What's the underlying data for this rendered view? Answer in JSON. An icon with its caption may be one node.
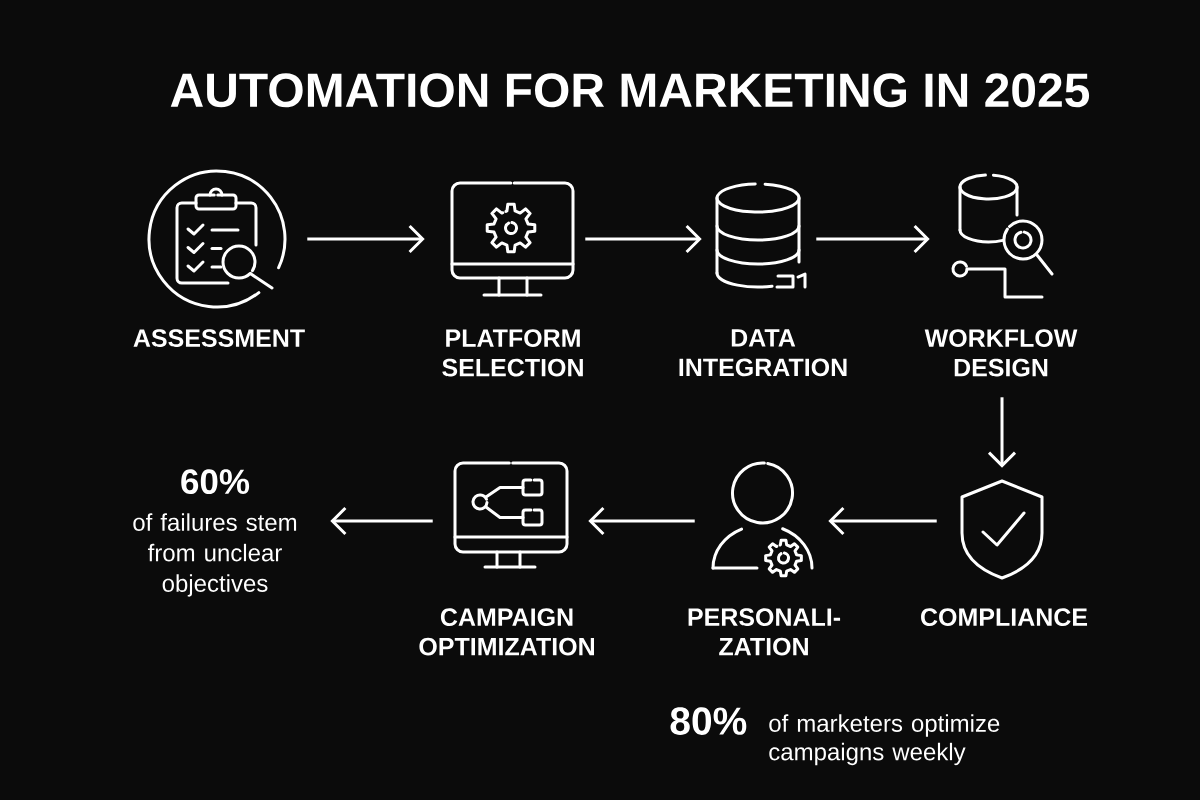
{
  "diagram": {
    "title": "AUTOMATION FOR MARKETING IN 2025",
    "nodes": [
      {
        "text": [
          "ASSESSMENT"
        ]
      },
      {
        "text": [
          "PLATFORM SELECTION"
        ]
      },
      {
        "text": [
          "DATA INTEGRATION"
        ]
      },
      {
        "text": [
          "WORKFLOW DESIGN"
        ]
      },
      {
        "text": [
          "60%",
          "of failures stem from unclear objectives"
        ]
      },
      {
        "text": [
          "CAMPAIGN OPTIMIZATION"
        ]
      },
      {
        "text": [
          "PERSONALI- ZATION"
        ]
      },
      {
        "text": [
          "COMPLIANCE"
        ]
      }
    ],
    "edges": [
      {
        "from": 0,
        "to": 1,
        "arrow": "to"
      },
      {
        "from": 1,
        "to": 2,
        "arrow": "to"
      },
      {
        "from": 2,
        "to": 3,
        "arrow": "to"
      },
      {
        "from": 3,
        "to": 7,
        "arrow": "to"
      },
      {
        "from": 7,
        "to": 6,
        "arrow": "to"
      },
      {
        "from": 6,
        "to": 5,
        "arrow": "to"
      },
      {
        "from": 5,
        "to": 4,
        "arrow": "to"
      }
    ],
    "labels": [
      "80%",
      "of marketers optimize campaigns weekly"
    ]
  }
}
